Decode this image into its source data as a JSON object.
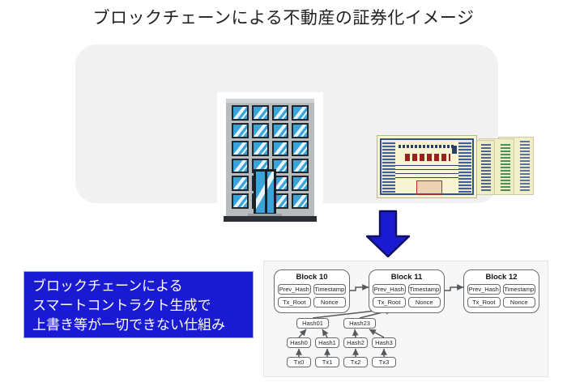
{
  "slide": {
    "title": "ブロックチェーンによる不動産の証券化イメージ",
    "background_color": "#ffffff"
  },
  "photo_panel": {
    "background_color": "#f1f1f1",
    "items": [
      {
        "name": "office-building-photo",
        "caption": ""
      },
      {
        "name": "securities-certificates-photo",
        "caption": ""
      }
    ]
  },
  "arrow": {
    "name": "down-arrow",
    "direction": "down",
    "color": "#1a1ad2",
    "outline_color": "#101060"
  },
  "caption": {
    "background_color": "#1a1ad2",
    "text_color": "#ffffff",
    "lines": [
      "ブロックチェーンによる",
      "スマートコントラクト生成で",
      "上書き等が一切できない仕組み"
    ]
  },
  "blockchain": {
    "panel_background": "#f7f7f7",
    "blocks": [
      {
        "title": "Block 10",
        "fields": [
          "Prev_Hash",
          "Timestamp",
          "Tx_Root",
          "Nonce"
        ]
      },
      {
        "title": "Block 11",
        "fields": [
          "Prev_Hash",
          "Timestamp",
          "Tx_Root",
          "Nonce"
        ]
      },
      {
        "title": "Block 12",
        "fields": [
          "Prev_Hash",
          "Timestamp",
          "Tx_Root",
          "Nonce"
        ]
      }
    ],
    "merkle_tree": {
      "level_1": [
        "Hash01",
        "Hash23"
      ],
      "level_2": [
        "Hash0",
        "Hash1",
        "Hash2",
        "Hash3"
      ],
      "level_3": [
        "Tx0",
        "Tx1",
        "Tx2",
        "Tx3"
      ]
    }
  }
}
